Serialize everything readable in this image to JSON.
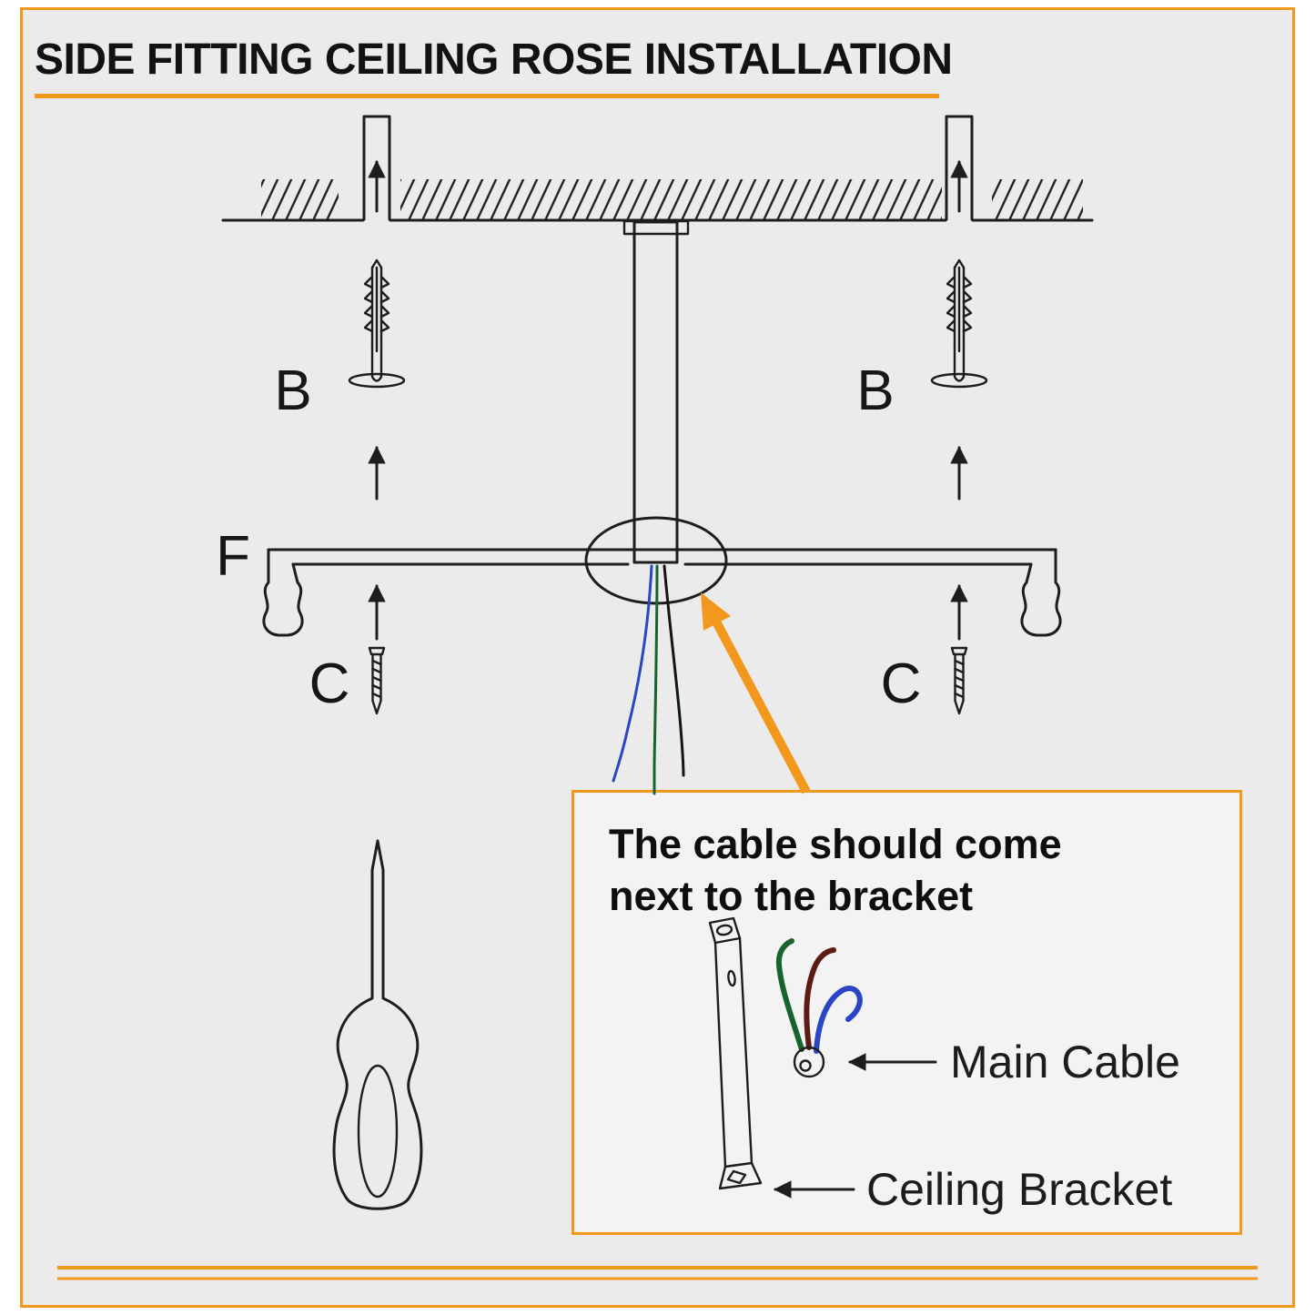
{
  "header": {
    "title": "SIDE FITTING CEILING ROSE INSTALLATION"
  },
  "diagram": {
    "labels": {
      "wall_plug_left": "B",
      "wall_plug_right": "B",
      "mounting_bracket": "F",
      "screw_left": "C",
      "screw_right": "C"
    }
  },
  "callout": {
    "heading": "The cable should come next to the bracket",
    "main_cable_label": "Main Cable",
    "ceiling_bracket_label": "Ceiling Bracket"
  },
  "colors": {
    "accent_orange": "#F2981D",
    "page_background": "#EBEBEB",
    "callout_background": "#F3F3F3",
    "line": "#1D1D1D",
    "wire_blue": "#2A46C4",
    "wire_green": "#17632E",
    "wire_black": "#141414",
    "wire_brown": "#5B1D13"
  }
}
